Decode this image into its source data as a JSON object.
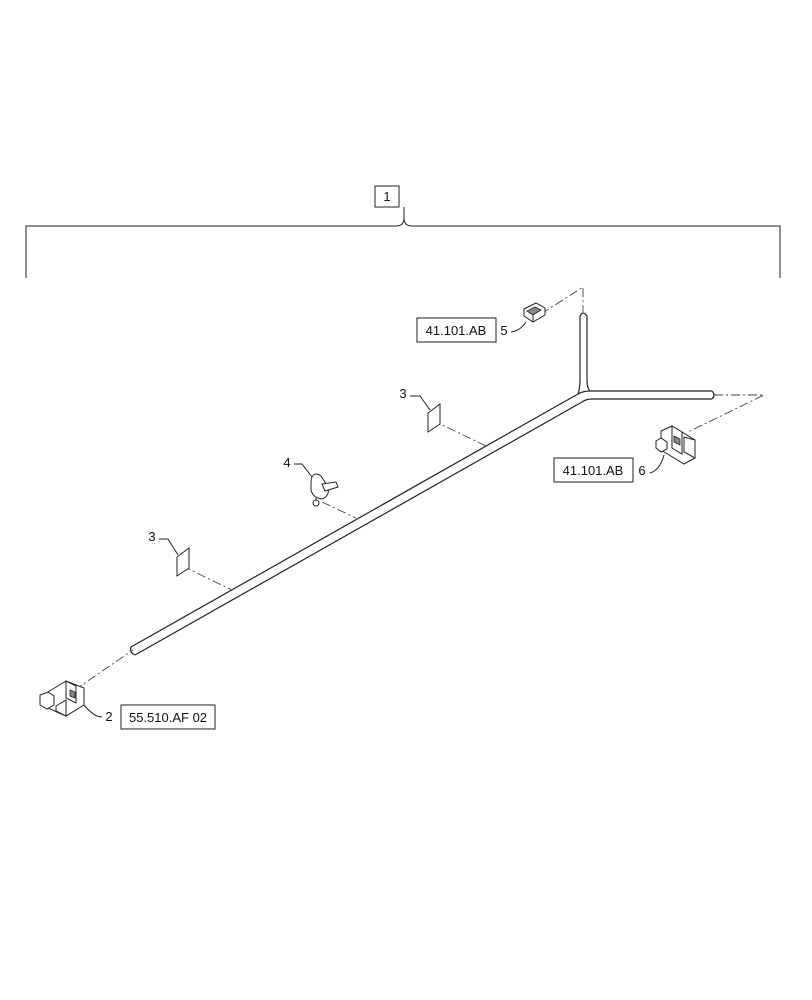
{
  "diagram": {
    "assembly_callout": "1",
    "callouts": {
      "connector_left": "2",
      "tag_upper": "3",
      "tag_lower": "3",
      "clip": "4",
      "connector_top": "5",
      "connector_right": "6"
    },
    "references": {
      "connector_left": "55.510.AF 02",
      "connector_top": "41.101.AB",
      "connector_right": "41.101.AB"
    }
  }
}
